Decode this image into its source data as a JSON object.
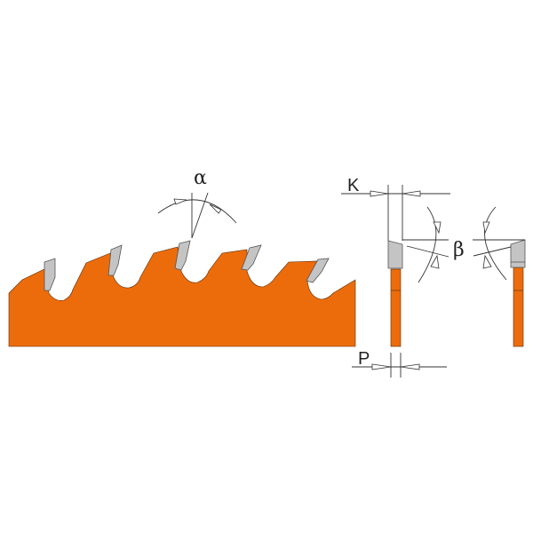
{
  "diagram": {
    "labels": {
      "hook_angle": "α",
      "clearance_angle": "β",
      "kerf": "K",
      "plate_thickness": "P"
    },
    "colors": {
      "blade": "#ec6c0c",
      "carbide": "#c4c4c4",
      "lines": "#333333"
    },
    "tooth_count_shown": 5
  }
}
